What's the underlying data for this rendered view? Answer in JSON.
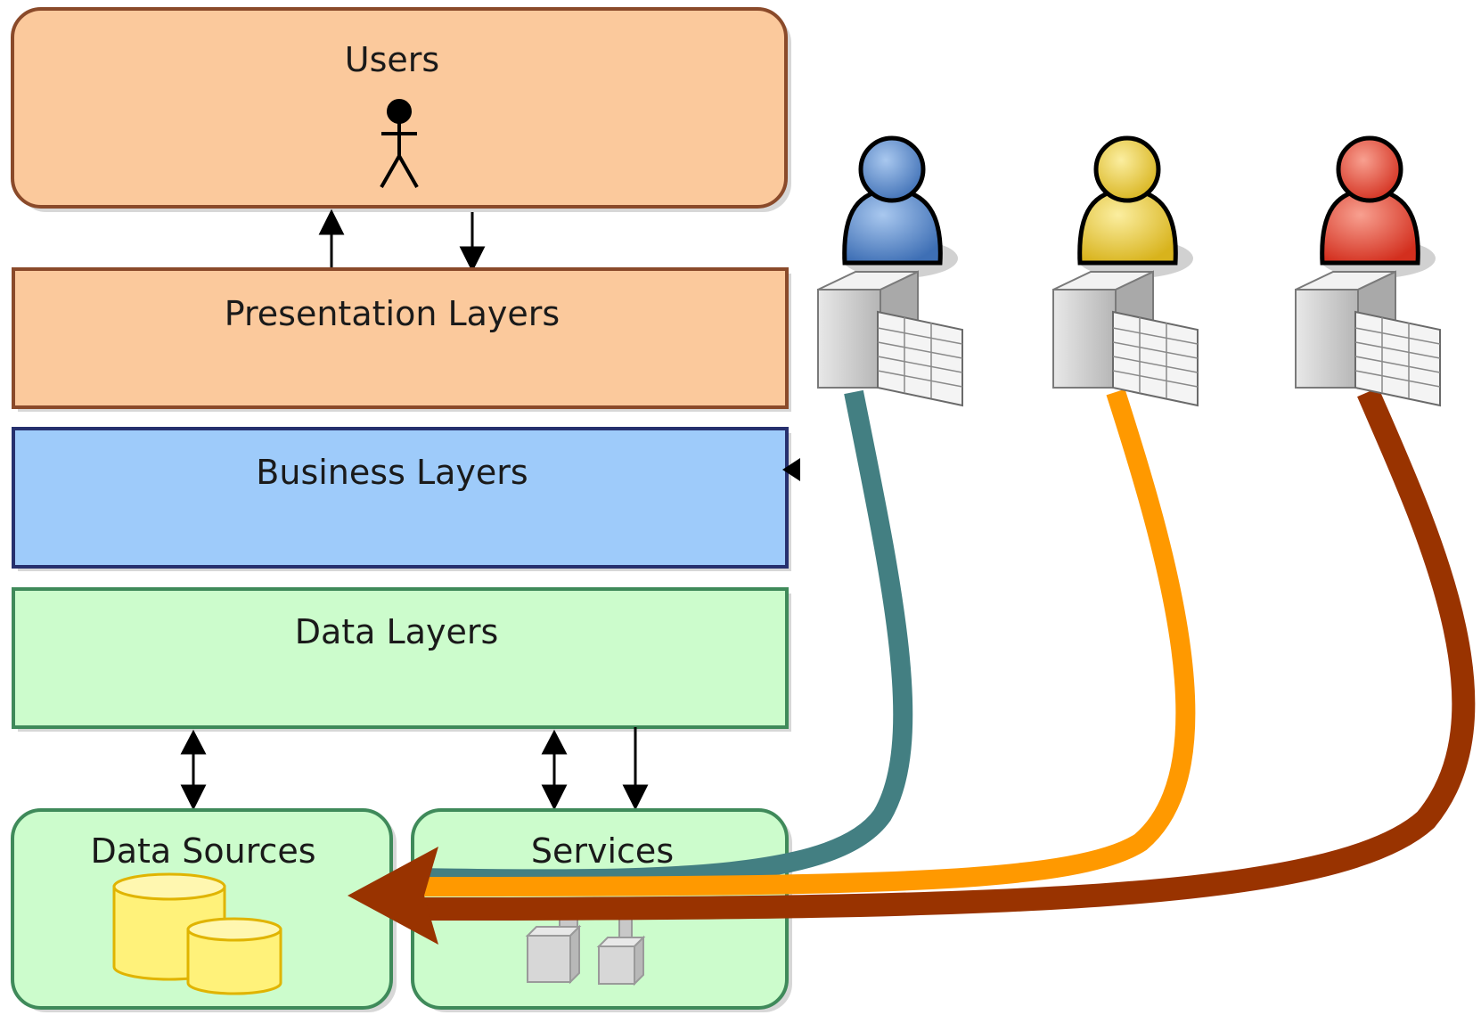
{
  "layers": {
    "users": "Users",
    "presentation": "Presentation Layers",
    "business": "Business Layers",
    "data": "Data Layers",
    "data_sources": "Data Sources",
    "services": "Services"
  },
  "icons": {
    "user_figure": "stick-figure-icon",
    "database": "database-cylinder-icon",
    "services": "cube-stack-icon",
    "clients": [
      {
        "name": "blue-user-server-icon",
        "color": "#4a7fc4"
      },
      {
        "name": "yellow-user-server-icon",
        "color": "#e6c52a"
      },
      {
        "name": "red-user-server-icon",
        "color": "#e0402a"
      }
    ]
  },
  "colors": {
    "users_fill": "#fbc99c",
    "presentation_fill": "#fbc99c",
    "business_fill": "#9ecbfa",
    "data_fill": "#ccfccc",
    "sources_fill": "#ccfccc",
    "flow_teal": "#437f82",
    "flow_orange": "#ff9900",
    "flow_brown": "#993300"
  }
}
